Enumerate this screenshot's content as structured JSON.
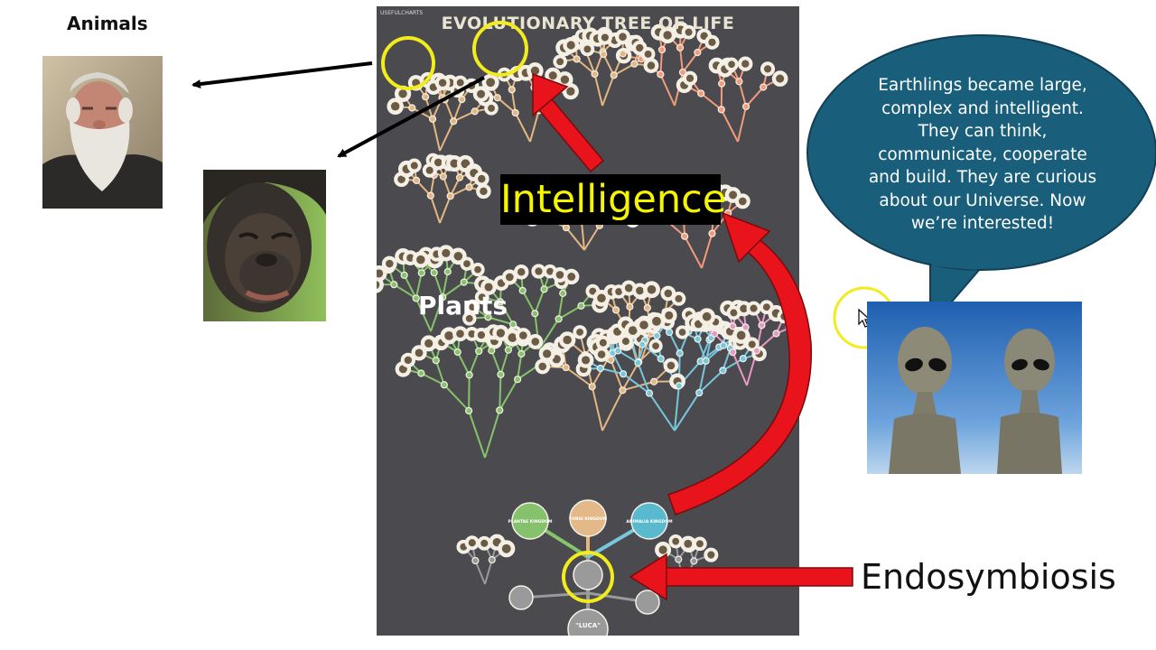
{
  "left_panel": {
    "animals_label": "Animals"
  },
  "poster": {
    "title": "EVOLUTIONARY TREE OF LIFE",
    "logo_text": "USEFULCHARTS",
    "luca_label": "\"LUCA\"",
    "kingdoms": [
      {
        "name": "PLANTAE KINGDOM",
        "color": "#86c26c"
      },
      {
        "name": "FUNGI KINGDOM",
        "color": "#e3b98a"
      },
      {
        "name": "ANIMALIA KINGDOM",
        "color": "#58b9cf"
      }
    ],
    "branch_colors": {
      "plants": "#87c36b",
      "fungi": "#e4b782",
      "animals_blue": "#77c8de",
      "animals_orange": "#f39b7b",
      "animals_pink": "#e79bc4",
      "archaic": "#9a9a9a"
    }
  },
  "overlays": {
    "intelligence": "Intelligence",
    "plants": "Plants",
    "endosymbiosis": "Endosymbiosis"
  },
  "speech_bubble": {
    "text": "Earthlings became large,\ncomplex and intelligent.\nThey can think,\ncommunicate, cooperate\nand build.  They are curious\nabout our Universe.  Now\nwe’re interested!",
    "color": "#195f7c",
    "border": "#123f55"
  },
  "colors": {
    "highlight_circle": "#f2ec1e",
    "arrow_red": "#e8131b",
    "arrow_black": "#000000",
    "intelligence_text": "#f5f500"
  }
}
